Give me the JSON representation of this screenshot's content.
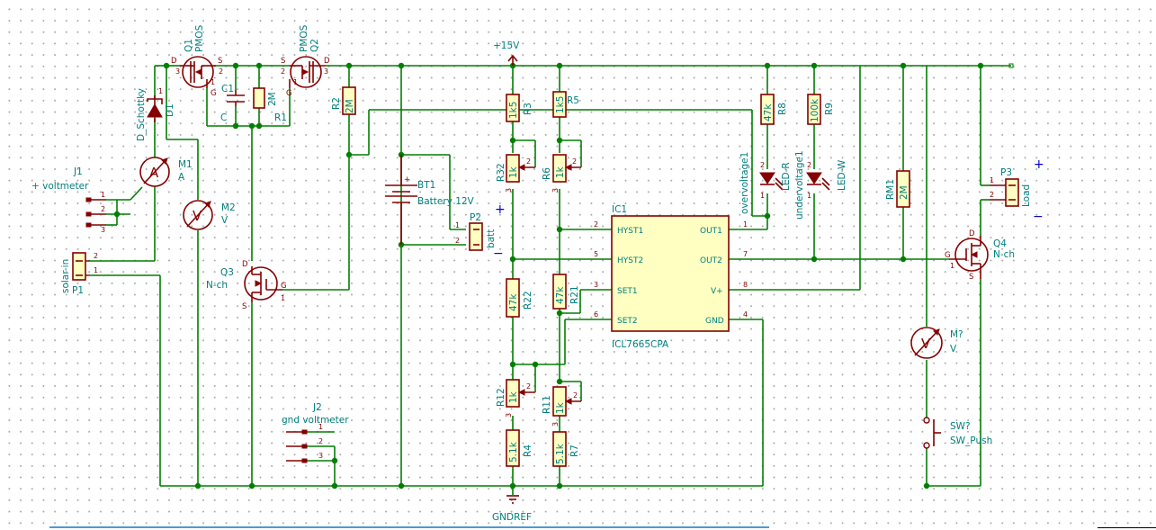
{
  "components": {
    "power_label": "+15V",
    "q1_ref": "Q1",
    "q1_val": "PMOS",
    "q2_ref": "Q2",
    "q2_val": "PMOS",
    "d1_ref": "D1",
    "d1_val": "D_Schottky",
    "c1_ref": "C1",
    "c1_pin": "C",
    "r1_ref": "R1",
    "r1_val": "2M",
    "r2_ref": "R2",
    "r2_val": "2M",
    "m1_ref": "M1",
    "m1_val": "A",
    "m1_symbol": "A",
    "m2_ref": "M2",
    "m2_val": "V",
    "m2_symbol": "V",
    "m3_ref": "M?",
    "m3_val": "V",
    "m3_symbol": "V",
    "j1_ref": "J1",
    "j1_val": "+ voltmeter",
    "j2_ref": "J2",
    "j2_val": "gnd voltmeter",
    "p1_ref": "P1",
    "p1_val": "solar-in",
    "p2_ref": "P2",
    "p2_val": "batt",
    "p3_ref": "P3",
    "p3_val": "Load",
    "bt1_ref": "BT1",
    "bt1_val": "Battery 12V",
    "q3_ref": "Q3",
    "q3_val": "N-ch",
    "q4_ref": "Q4",
    "q4_val": "N-ch",
    "r3_ref": "R3",
    "r3_val": "1k5",
    "r5_ref": "R5",
    "r5_val": "1k5",
    "r32_ref": "R32",
    "r32_val": "1k",
    "r6_ref": "R6",
    "r6_val": "1k",
    "r22_ref": "R22",
    "r22_val": "47k",
    "r21_ref": "R21",
    "r21_val": "47k",
    "r12_ref": "R12",
    "r12_val": "1k",
    "r11_ref": "R11",
    "r11_val": "1k",
    "r4_ref": "R4",
    "r4_val": "5.1k",
    "r7_ref": "R7",
    "r7_val": "5.1k",
    "r8_ref": "R8",
    "r8_val": "47k",
    "r9_ref": "R9",
    "r9_val": "100k",
    "rm1_ref": "RM1",
    "rm1_val": "2M",
    "led1_ref": "overvoltage1",
    "led1_val": "LED-R",
    "led2_ref": "undervoltage1",
    "led2_val": "LED-W",
    "sw_ref": "SW?",
    "sw_val": "SW_Push",
    "gnd_label": "GNDREF",
    "ic_ref": "IC1",
    "ic_val": "ICL7665CPA",
    "ic_pins": {
      "hyst1": "HYST1",
      "hyst2": "HYST2",
      "set1": "SET1",
      "set2": "SET2",
      "out1": "OUT1",
      "out2": "OUT2",
      "vplus": "V+",
      "gnd": "GND",
      "n2": "2",
      "n5": "5",
      "n3": "3",
      "n6": "6",
      "n1": "1",
      "n7": "7",
      "n8": "8",
      "n4": "4"
    }
  },
  "pin_letters": {
    "d": "D",
    "s": "S",
    "g": "G",
    "p1": "1",
    "p2": "2",
    "p3": "3"
  },
  "polarity": {
    "plus": "+",
    "minus": "−"
  },
  "colors": {
    "wire": "#007f00",
    "body": "#840000",
    "label": "#007f7f",
    "fill": "#ffffc2"
  }
}
